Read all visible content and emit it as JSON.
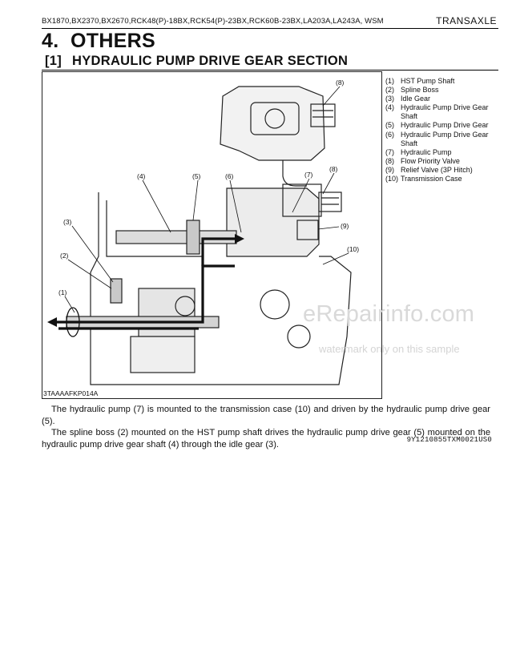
{
  "header": {
    "models": "BX1870,BX2370,BX2670,RCK48(P)-18BX,RCK54(P)-23BX,RCK60B-23BX,LA203A,LA243A, WSM",
    "section": "TRANSAXLE"
  },
  "heading_main": {
    "number": "4.",
    "title": "OTHERS"
  },
  "heading_sub": {
    "number": "[1]",
    "title": "HYDRAULIC PUMP DRIVE GEAR SECTION"
  },
  "figure": {
    "caption": "3TAAAAFKP014A",
    "callouts": [
      "(1)",
      "(2)",
      "(3)",
      "(4)",
      "(5)",
      "(6)",
      "(7)",
      "(8)",
      "(8)",
      "(9)",
      "(10)"
    ]
  },
  "legend": [
    {
      "num": "(1)",
      "label": "HST Pump Shaft"
    },
    {
      "num": "(2)",
      "label": "Spline Boss"
    },
    {
      "num": "(3)",
      "label": "Idle Gear"
    },
    {
      "num": "(4)",
      "label": "Hydraulic Pump Drive Gear Shaft"
    },
    {
      "num": "(5)",
      "label": "Hydraulic Pump Drive Gear"
    },
    {
      "num": "(6)",
      "label": "Hydraulic Pump Drive Gear Shaft"
    },
    {
      "num": "(7)",
      "label": "Hydraulic Pump"
    },
    {
      "num": "(8)",
      "label": "Flow Priority Valve"
    },
    {
      "num": "(9)",
      "label": "Relief Valve (3P Hitch)"
    },
    {
      "num": "(10)",
      "label": "Transmission Case"
    }
  ],
  "body": {
    "paragraph_1": "The hydraulic pump (7) is mounted to the transmission case (10) and driven by the hydraulic pump drive gear (5).",
    "paragraph_2": "The spline boss (2) mounted on the HST pump shaft drives the hydraulic pump drive gear (5) mounted on the hydraulic pump drive gear shaft (4) through the idle gear (3)."
  },
  "doc_code": "9Y1210855TXM0021US0",
  "watermark": {
    "main": "eRepairinfo.com",
    "sub": "watermark only on this sample"
  }
}
